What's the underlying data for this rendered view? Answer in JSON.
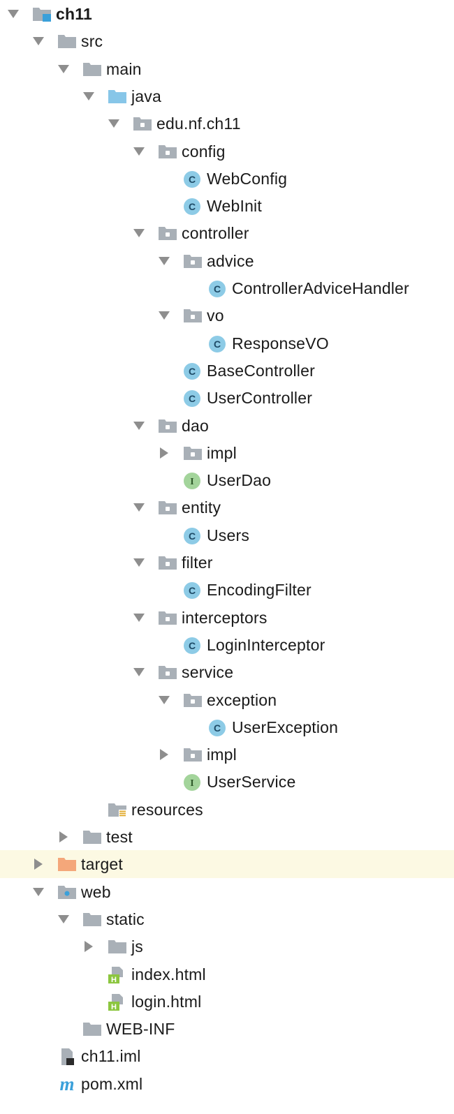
{
  "project_tree": {
    "rows": [
      {
        "label": "ch11",
        "depth": 0,
        "toggle": "expanded",
        "icon": "module-folder-icon",
        "bold": true
      },
      {
        "label": "src",
        "depth": 1,
        "toggle": "expanded",
        "icon": "folder-icon"
      },
      {
        "label": "main",
        "depth": 2,
        "toggle": "expanded",
        "icon": "folder-icon"
      },
      {
        "label": "java",
        "depth": 3,
        "toggle": "expanded",
        "icon": "source-root-folder-icon"
      },
      {
        "label": "edu.nf.ch11",
        "depth": 4,
        "toggle": "expanded",
        "icon": "package-icon"
      },
      {
        "label": "config",
        "depth": 5,
        "toggle": "expanded",
        "icon": "package-icon"
      },
      {
        "label": "WebConfig",
        "depth": 6,
        "toggle": "none",
        "icon": "class-icon"
      },
      {
        "label": "WebInit",
        "depth": 6,
        "toggle": "none",
        "icon": "class-icon"
      },
      {
        "label": "controller",
        "depth": 5,
        "toggle": "expanded",
        "icon": "package-icon"
      },
      {
        "label": "advice",
        "depth": 6,
        "toggle": "expanded",
        "icon": "package-icon"
      },
      {
        "label": "ControllerAdviceHandler",
        "depth": 7,
        "toggle": "none",
        "icon": "class-icon"
      },
      {
        "label": "vo",
        "depth": 6,
        "toggle": "expanded",
        "icon": "package-icon"
      },
      {
        "label": "ResponseVO",
        "depth": 7,
        "toggle": "none",
        "icon": "class-icon"
      },
      {
        "label": "BaseController",
        "depth": 6,
        "toggle": "none",
        "icon": "class-icon"
      },
      {
        "label": "UserController",
        "depth": 6,
        "toggle": "none",
        "icon": "class-icon"
      },
      {
        "label": "dao",
        "depth": 5,
        "toggle": "expanded",
        "icon": "package-icon"
      },
      {
        "label": "impl",
        "depth": 6,
        "toggle": "collapsed",
        "icon": "package-icon"
      },
      {
        "label": "UserDao",
        "depth": 6,
        "toggle": "none",
        "icon": "interface-icon"
      },
      {
        "label": "entity",
        "depth": 5,
        "toggle": "expanded",
        "icon": "package-icon"
      },
      {
        "label": "Users",
        "depth": 6,
        "toggle": "none",
        "icon": "class-icon"
      },
      {
        "label": "filter",
        "depth": 5,
        "toggle": "expanded",
        "icon": "package-icon"
      },
      {
        "label": "EncodingFilter",
        "depth": 6,
        "toggle": "none",
        "icon": "class-icon"
      },
      {
        "label": "interceptors",
        "depth": 5,
        "toggle": "expanded",
        "icon": "package-icon"
      },
      {
        "label": "LoginInterceptor",
        "depth": 6,
        "toggle": "none",
        "icon": "class-icon"
      },
      {
        "label": "service",
        "depth": 5,
        "toggle": "expanded",
        "icon": "package-icon"
      },
      {
        "label": "exception",
        "depth": 6,
        "toggle": "expanded",
        "icon": "package-icon"
      },
      {
        "label": "UserException",
        "depth": 7,
        "toggle": "none",
        "icon": "class-icon"
      },
      {
        "label": "impl",
        "depth": 6,
        "toggle": "collapsed",
        "icon": "package-icon"
      },
      {
        "label": "UserService",
        "depth": 6,
        "toggle": "none",
        "icon": "interface-icon"
      },
      {
        "label": "resources",
        "depth": 3,
        "toggle": "none",
        "icon": "resources-folder-icon"
      },
      {
        "label": "test",
        "depth": 2,
        "toggle": "collapsed",
        "icon": "folder-icon"
      },
      {
        "label": "target",
        "depth": 1,
        "toggle": "collapsed",
        "icon": "excluded-folder-icon",
        "highlighted": true
      },
      {
        "label": "web",
        "depth": 1,
        "toggle": "expanded",
        "icon": "web-folder-icon"
      },
      {
        "label": "static",
        "depth": 2,
        "toggle": "expanded",
        "icon": "folder-icon"
      },
      {
        "label": "js",
        "depth": 3,
        "toggle": "collapsed",
        "icon": "folder-icon"
      },
      {
        "label": "index.html",
        "depth": 3,
        "toggle": "none",
        "icon": "html-file-icon"
      },
      {
        "label": "login.html",
        "depth": 3,
        "toggle": "none",
        "icon": "html-file-icon"
      },
      {
        "label": "WEB-INF",
        "depth": 2,
        "toggle": "none",
        "icon": "folder-icon"
      },
      {
        "label": "ch11.iml",
        "depth": 1,
        "toggle": "none",
        "icon": "iml-file-icon"
      },
      {
        "label": "pom.xml",
        "depth": 1,
        "toggle": "none",
        "icon": "maven-file-icon"
      }
    ]
  },
  "colors": {
    "folder": "#a9b0b7",
    "source_root": "#87c6e8",
    "excluded": "#f4a77a",
    "class_badge": "#8dcbe6",
    "interface_badge": "#a3d49b",
    "arrow": "#8e8e8e",
    "highlight_row": "#fcf9e3",
    "module_accent": "#3aa0da",
    "maven": "#3aa0da",
    "html_badge": "#8cc63f"
  }
}
